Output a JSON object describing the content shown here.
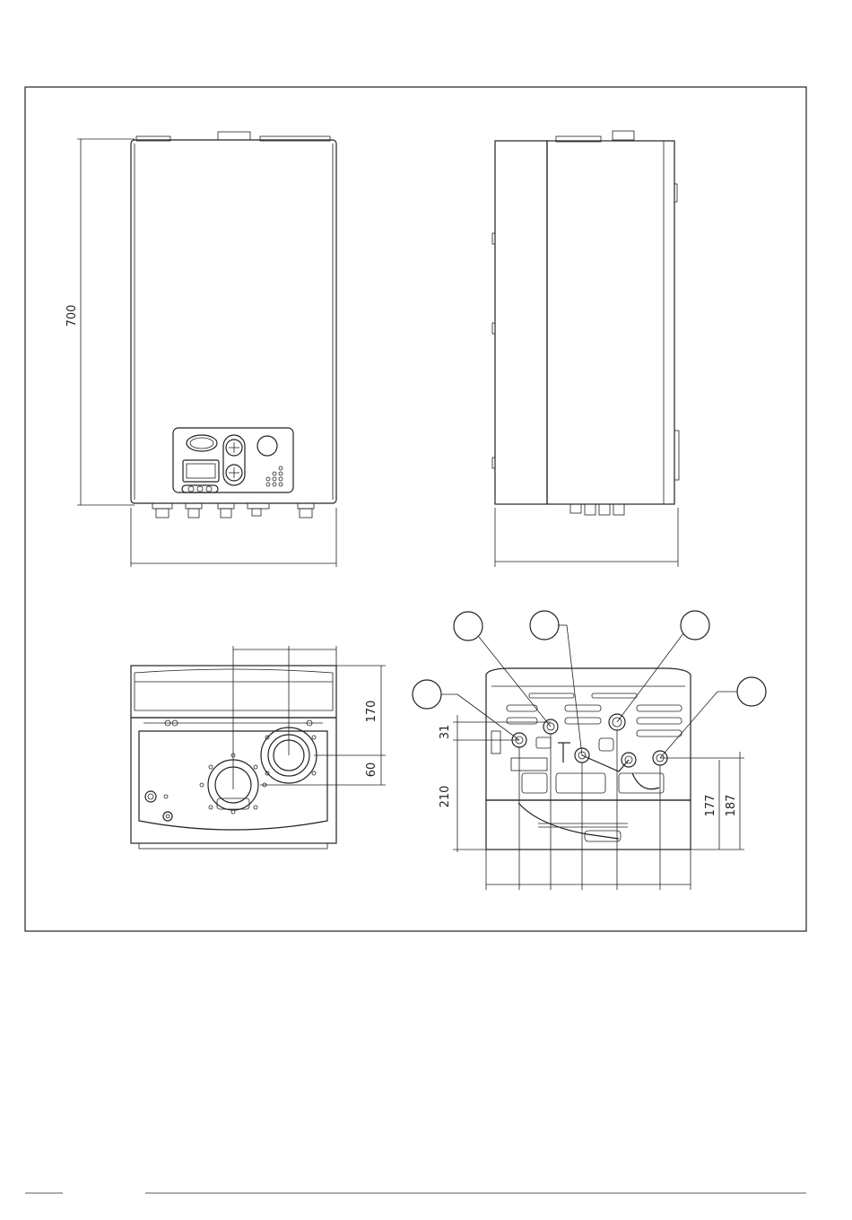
{
  "dimensions": {
    "front_height": "700",
    "bottom_view_170": "170",
    "bottom_view_60": "60",
    "connections_31": "31",
    "connections_210": "210",
    "connections_177": "177",
    "connections_187": "187"
  },
  "callouts": [
    "",
    "",
    "",
    "",
    ""
  ],
  "colors": {
    "line": "#222222",
    "background": "#ffffff"
  }
}
